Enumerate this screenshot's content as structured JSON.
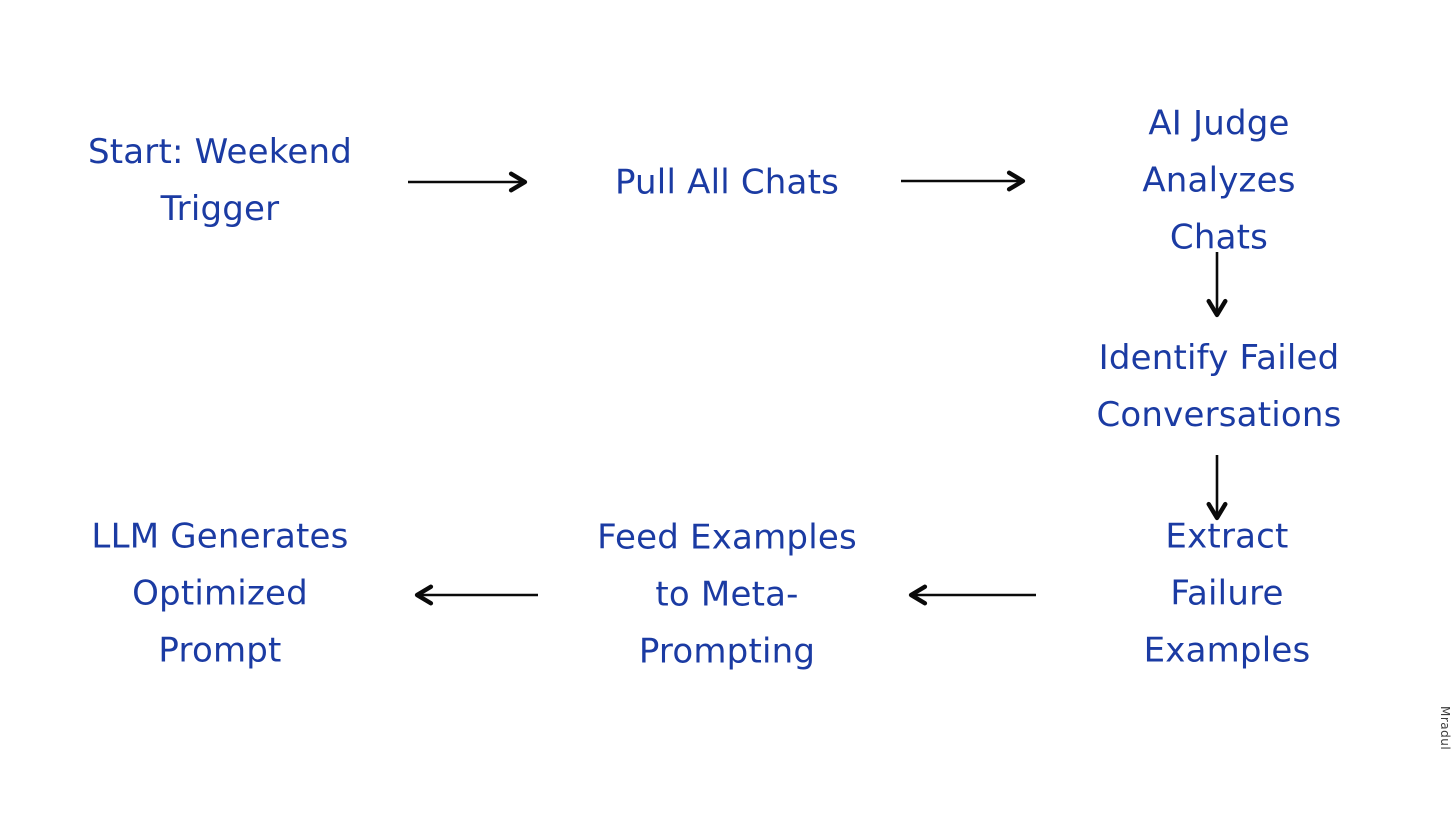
{
  "diagram": {
    "type": "flowchart",
    "nodes": [
      {
        "id": "start-weekend-trigger",
        "label": "Start: Weekend\nTrigger"
      },
      {
        "id": "pull-all-chats",
        "label": "Pull All Chats"
      },
      {
        "id": "ai-judge-analyzes-chats",
        "label": "AI Judge\nAnalyzes Chats"
      },
      {
        "id": "identify-failed-conversations",
        "label": "Identify Failed\nConversations"
      },
      {
        "id": "extract-failure-examples",
        "label": "Extract Failure\nExamples"
      },
      {
        "id": "feed-examples-to-meta-prompting",
        "label": "Feed Examples\nto Meta-\nPrompting"
      },
      {
        "id": "llm-generates-optimized-prompt",
        "label": "LLM Generates\nOptimized\nPrompt"
      }
    ],
    "edges": [
      {
        "from": "start-weekend-trigger",
        "to": "pull-all-chats",
        "direction": "right"
      },
      {
        "from": "pull-all-chats",
        "to": "ai-judge-analyzes-chats",
        "direction": "right"
      },
      {
        "from": "ai-judge-analyzes-chats",
        "to": "identify-failed-conversations",
        "direction": "down"
      },
      {
        "from": "identify-failed-conversations",
        "to": "extract-failure-examples",
        "direction": "down"
      },
      {
        "from": "extract-failure-examples",
        "to": "feed-examples-to-meta-prompting",
        "direction": "left"
      },
      {
        "from": "feed-examples-to-meta-prompting",
        "to": "llm-generates-optimized-prompt",
        "direction": "left"
      }
    ]
  },
  "watermark": {
    "label": "Mradul"
  },
  "colors": {
    "node_text": "#1b3ba3",
    "arrow": "#0a0a0a",
    "background": "#ffffff",
    "watermark_text": "#3d3d3d"
  }
}
